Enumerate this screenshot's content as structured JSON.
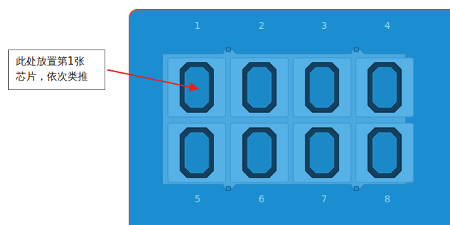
{
  "diagram": {
    "nodes": [
      {
        "text": [
          "此处放置第1张 芯片，依次类推"
        ]
      }
    ],
    "labels": [
      "1",
      "2",
      "3",
      "4",
      "5",
      "6",
      "7",
      "8"
    ]
  }
}
